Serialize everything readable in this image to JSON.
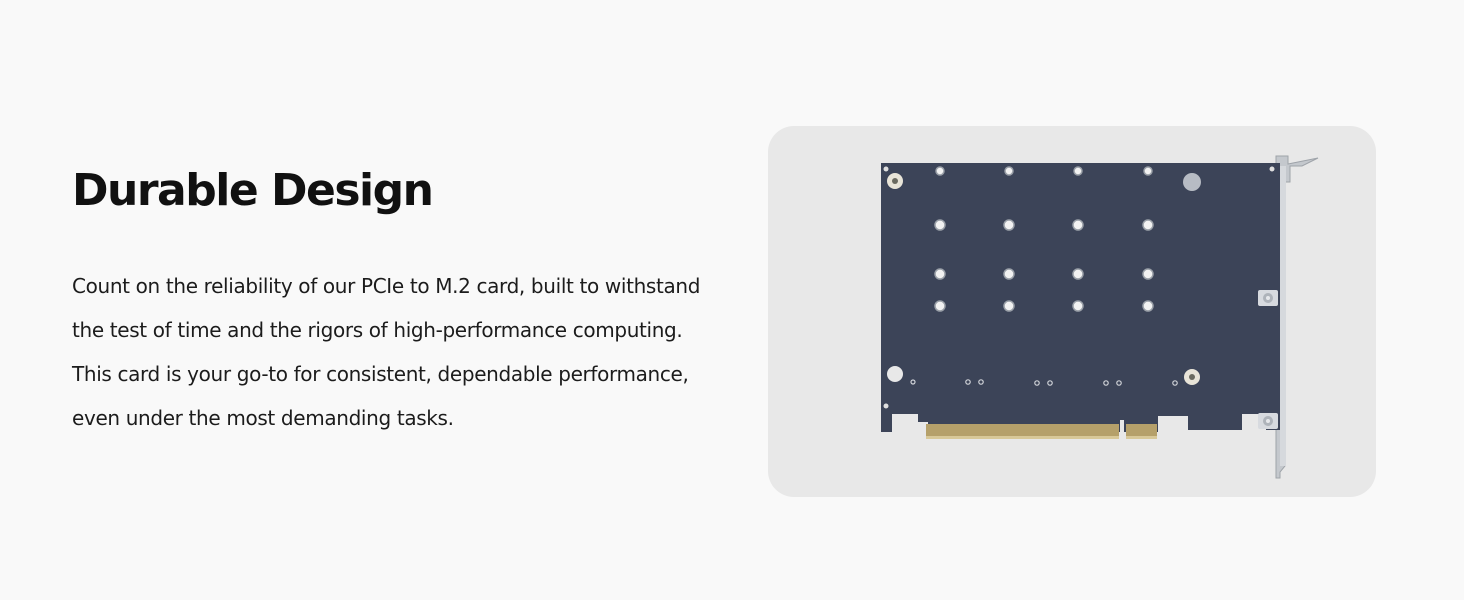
{
  "feature": {
    "title": "Durable Design",
    "body_lines": [
      "Count on the reliability of our PCIe to M.2 card, built to withstand",
      "the test of time and the rigors of high-performance computing.",
      "This card is your go-to for consistent, dependable performance,",
      "even under the most demanding tasks."
    ]
  },
  "colors": {
    "page_background": "#f9f9f9",
    "panel_background": "#e8e8e8",
    "pcb": "#3c4458",
    "bracket": "#c9cdd2",
    "gold_fingers": "#b9a46a"
  },
  "icons": {
    "product_image": "pcie-to-m2-card-image"
  }
}
